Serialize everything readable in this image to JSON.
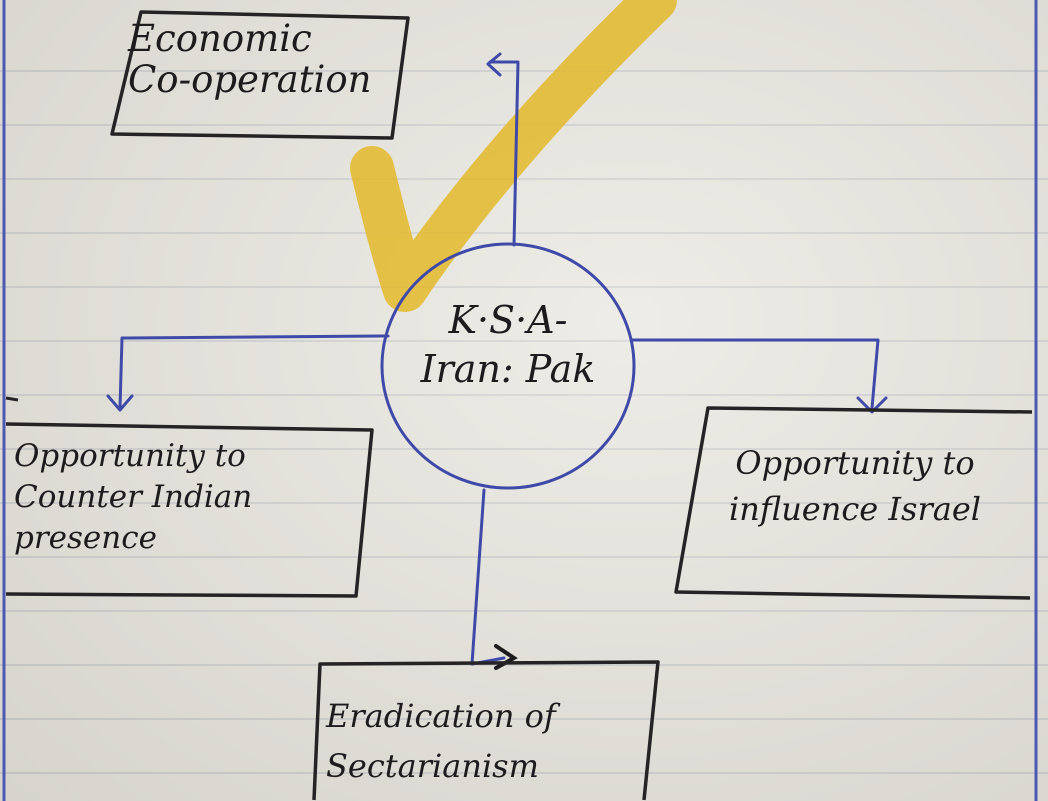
{
  "diagram": {
    "center": {
      "line1": "K·S·A-",
      "line2": "Iran: Pak"
    },
    "nodes": {
      "economic": {
        "line1": "Economic",
        "line2": "Co-operation"
      },
      "indian": {
        "line1": "Opportunity to",
        "line2": "Counter Indian",
        "line3": "presence"
      },
      "israel": {
        "line1": "Opportunity to",
        "line2": "influence Israel"
      },
      "sectarianism": {
        "line1": "Eradication of",
        "line2": "Sectarianism"
      }
    }
  },
  "colors": {
    "connector": "#3f4aa8",
    "box_border": "#262326",
    "ink": "#1d1b1d",
    "check_mark": "#e3b92c",
    "margin_line": "#4b5ab0"
  }
}
